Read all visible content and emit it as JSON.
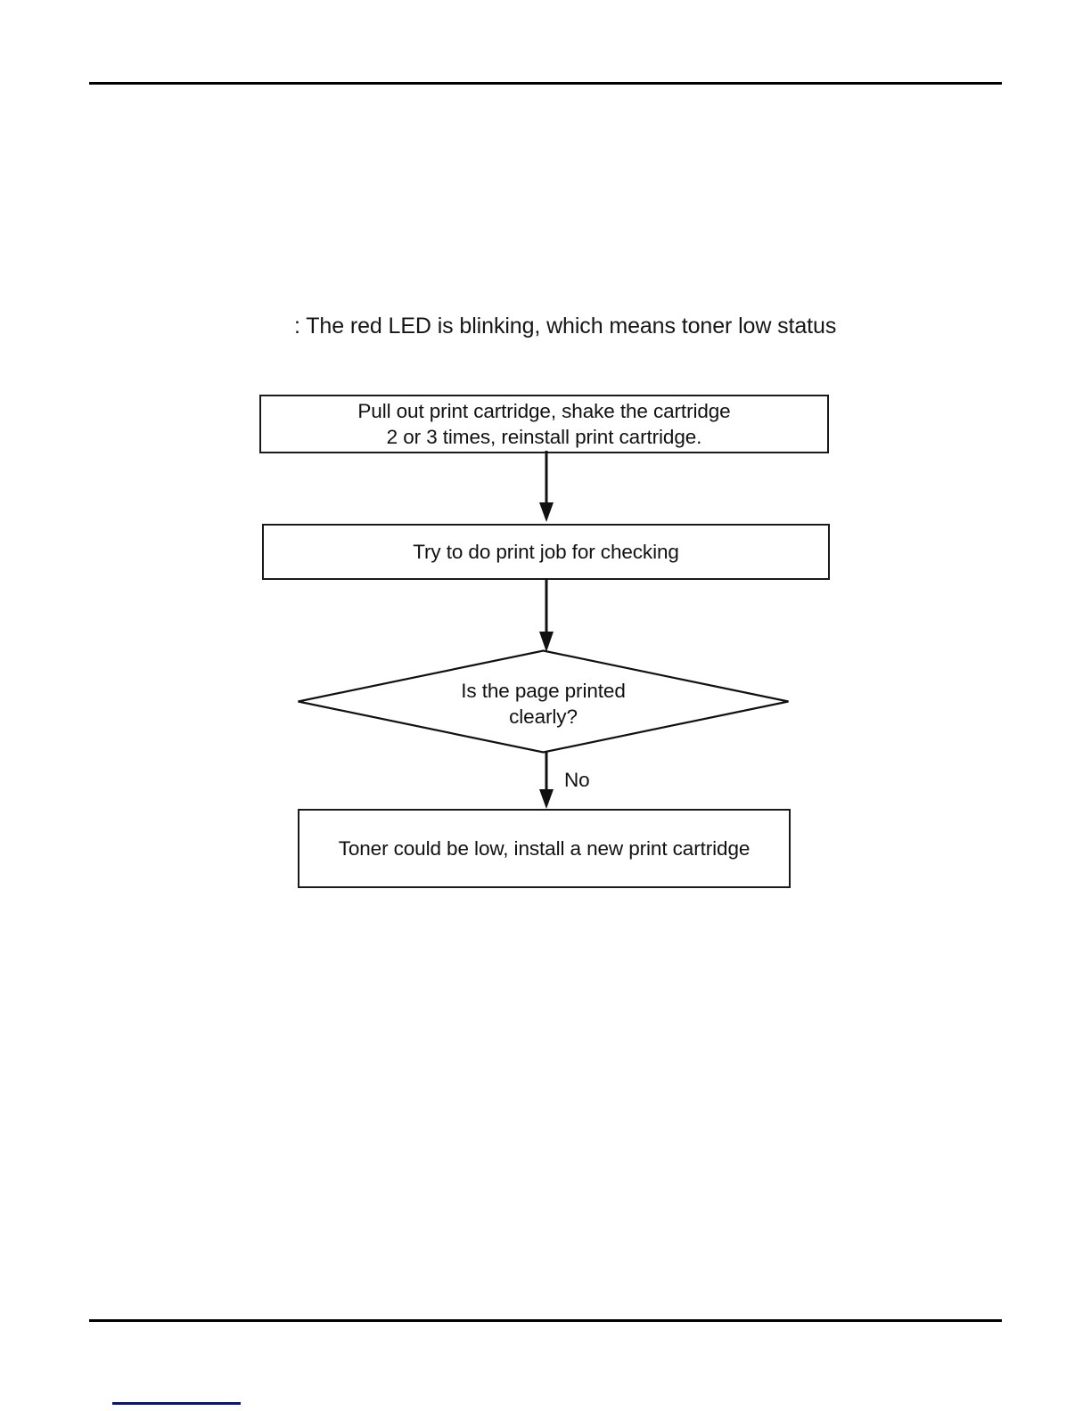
{
  "document": {
    "page_background": "#ffffff",
    "rule_color": "#000000",
    "footer_accent_color": "#08137a"
  },
  "caption": {
    "text": ": The red LED is blinking, which means toner low status"
  },
  "flowchart": {
    "type": "flowchart",
    "orientation": "top-to-bottom",
    "nodes": [
      {
        "id": "shake-cartridge",
        "shape": "process",
        "text": "Pull out print cartridge, shake the cartridge\n2 or 3 times, reinstall print cartridge."
      },
      {
        "id": "print-job",
        "shape": "process",
        "text": "Try to do print job for checking"
      },
      {
        "id": "page-printed-clearly",
        "shape": "decision",
        "text": "Is the page printed\nclearly?"
      },
      {
        "id": "toner-low",
        "shape": "process",
        "text": "Toner could be low, install a new print cartridge"
      }
    ],
    "edges": [
      {
        "from": "shake-cartridge",
        "to": "print-job",
        "label": ""
      },
      {
        "from": "print-job",
        "to": "page-printed-clearly",
        "label": ""
      },
      {
        "from": "page-printed-clearly",
        "to": "toner-low",
        "label": "No"
      }
    ]
  }
}
